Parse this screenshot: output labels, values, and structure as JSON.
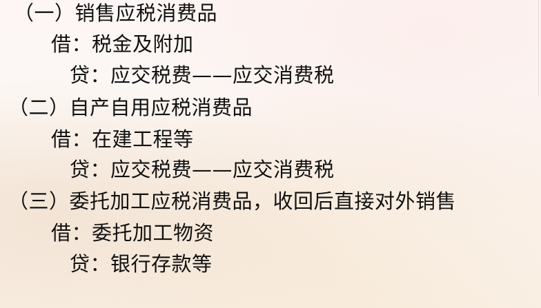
{
  "slide": {
    "sections": [
      {
        "heading": "（一）销售应税消费品",
        "debit": "借：税金及附加",
        "credit": "贷：应交税费——应交消费税"
      },
      {
        "heading": "（二）自产自用应税消费品",
        "debit": "借：在建工程等",
        "credit": "贷：应交税费——应交消费税"
      },
      {
        "heading": "（三）委托加工应税消费品，收回后直接对外销售",
        "debit": "借：委托加工物资",
        "credit": "贷：银行存款等"
      }
    ]
  }
}
